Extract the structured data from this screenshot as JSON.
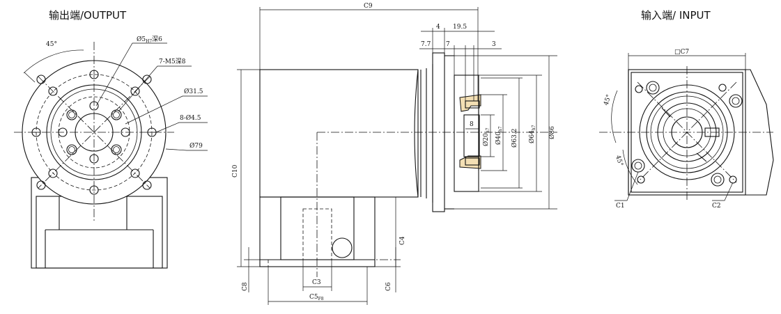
{
  "titles": {
    "output": "输出端/OUTPUT",
    "input": "输入端/ INPUT"
  },
  "output_view": {
    "angle": "45°",
    "bore_a": "Ø5",
    "bore_a_sub": "H7",
    "bore_a_depth": "深6",
    "thread": "7-M5深8",
    "pcd_inner": "Ø31.5",
    "holes": "8-Ø4.5",
    "pcd_outer": "Ø79"
  },
  "side_view": {
    "c9": "C9",
    "d4": "4",
    "d19_5": "19.5",
    "d7_7": "7.7",
    "d7": "7",
    "d3": "3",
    "key": "8",
    "shaft": "Ø20",
    "shaft_sub": "h7",
    "pilot": "Ø40",
    "pilot_sub": "h7",
    "d63": "Ø63.2",
    "d64": "Ø64",
    "d64_sub": "h7",
    "d86": "Ø86",
    "c10": "C10",
    "c4": "C4",
    "c8": "C8",
    "c6": "C6",
    "c3": "C3",
    "c5": "C5",
    "c5_sub": "F8"
  },
  "input_view": {
    "square": "□C7",
    "angle_top": "45°",
    "angle_bottom": "45°",
    "c1": "C1",
    "c2": "C2"
  }
}
